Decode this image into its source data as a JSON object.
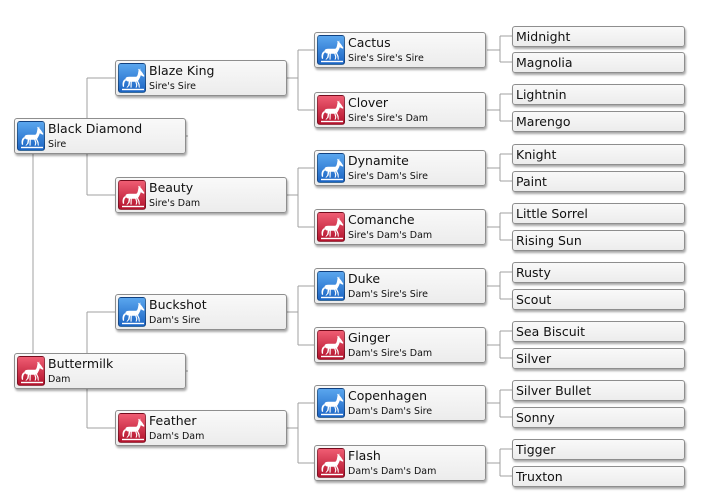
{
  "colors": {
    "sire": "#1b64c4",
    "dam": "#b3122c",
    "connector": "#a0a0a0"
  },
  "icons": {
    "sire": "horse-icon",
    "dam": "horse-icon"
  },
  "pedigree": {
    "sire": {
      "name": "Black Diamond",
      "role": "Sire",
      "icon": "horse-icon"
    },
    "dam": {
      "name": "Buttermilk",
      "role": "Dam",
      "icon": "horse-icon"
    },
    "grandparents": [
      {
        "name": "Blaze King",
        "role": "Sire's Sire"
      },
      {
        "name": "Beauty",
        "role": "Sire's Dam"
      },
      {
        "name": "Buckshot",
        "role": "Dam's Sire"
      },
      {
        "name": "Feather",
        "role": "Dam's Dam"
      }
    ],
    "great_grandparents": [
      {
        "name": "Cactus",
        "role": "Sire's Sire's Sire"
      },
      {
        "name": "Clover",
        "role": "Sire's Sire's Dam"
      },
      {
        "name": "Dynamite",
        "role": "Sire's Dam's Sire"
      },
      {
        "name": "Comanche",
        "role": "Sire's Dam's Dam"
      },
      {
        "name": "Duke",
        "role": "Dam's Sire's Sire"
      },
      {
        "name": "Ginger",
        "role": "Dam's Sire's Dam"
      },
      {
        "name": "Copenhagen",
        "role": "Dam's Dam's Sire"
      },
      {
        "name": "Flash",
        "role": "Dam's Dam's Dam"
      }
    ],
    "great_great_grandparents": [
      "Midnight",
      "Magnolia",
      "Lightnin",
      "Marengo",
      "Knight",
      "Paint",
      "Little Sorrel",
      "Rising Sun",
      "Rusty",
      "Scout",
      "Sea Biscuit",
      "Silver",
      "Silver Bullet",
      "Sonny",
      "Tigger",
      "Truxton"
    ]
  }
}
